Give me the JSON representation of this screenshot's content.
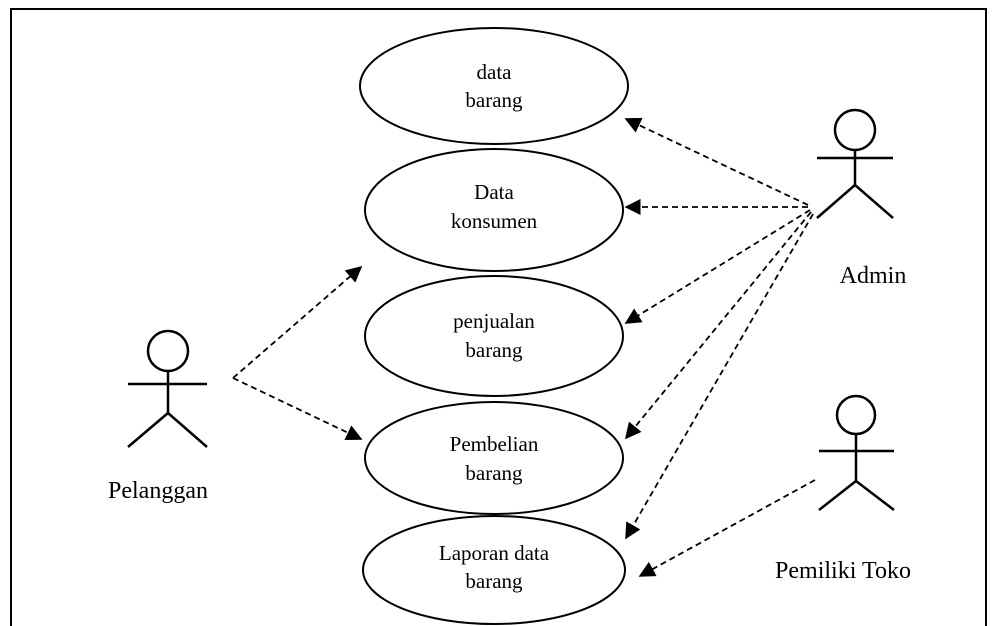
{
  "use_cases": {
    "data_barang": {
      "line1": "data",
      "line2": "barang"
    },
    "data_konsumen": {
      "line1": "Data",
      "line2": "konsumen"
    },
    "penjualan_barang": {
      "line1": "penjualan",
      "line2": "barang"
    },
    "pembelian_barang": {
      "line1": "Pembelian",
      "line2": "barang"
    },
    "laporan_data_barang": {
      "line1": "Laporan data",
      "line2": "barang"
    }
  },
  "actors": {
    "admin": "Admin",
    "pelanggan": "Pelanggan",
    "pemilik_toko": "Pemiliki Toko"
  }
}
